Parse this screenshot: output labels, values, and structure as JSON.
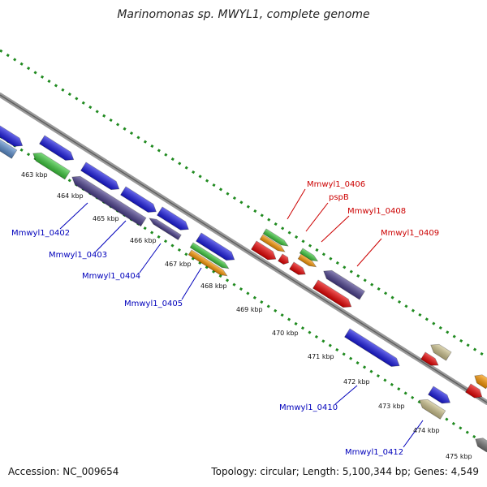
{
  "title": "Marinomonas sp. MWYL1, complete genome",
  "footer": {
    "accession": "Accession: NC_009654",
    "summary": "Topology: circular; Length: 5,100,344 bp; Genes: 4,549"
  },
  "colors": {
    "blue": "#1a1ae6",
    "green": "#3ccc3c",
    "orange": "#ff9900",
    "red": "#ee0000",
    "purple": "#4b3f8f",
    "tan": "#cfc48e",
    "gray": "#777777",
    "lightblue": "#5b8fd0",
    "ticks": "#1f8a1f",
    "label_forward": "#cc0000",
    "label_reverse": "#0000bb"
  },
  "scale": [
    "463 kbp",
    "464 kbp",
    "465 kbp",
    "466 kbp",
    "467 kbp",
    "468 kbp",
    "469 kbp",
    "470 kbp",
    "471 kbp",
    "472 kbp",
    "473 kbp",
    "474 kbp",
    "475 kbp"
  ],
  "labels": {
    "forward": [
      "Mmwyl1_0406",
      "pspB",
      "Mmwyl1_0408",
      "Mmwyl1_0409"
    ],
    "reverse": [
      "Mmwyl1_0402",
      "Mmwyl1_0403",
      "Mmwyl1_0404",
      "Mmwyl1_0405",
      "Mmwyl1_0410",
      "Mmwyl1_0412"
    ]
  }
}
